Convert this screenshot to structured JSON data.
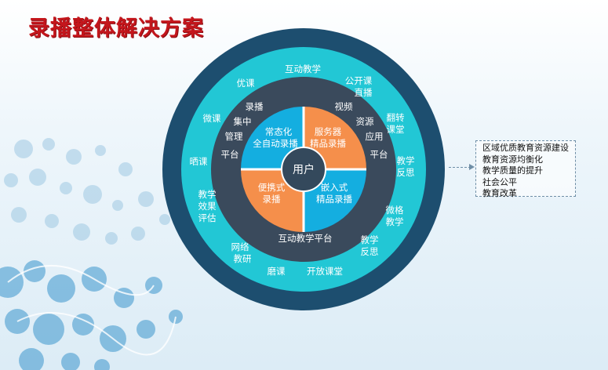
{
  "title": "录播整体解决方案",
  "center": "用户",
  "quadrants": [
    {
      "line1": "常态化",
      "line2": "全自动录播"
    },
    {
      "line1": "服务器",
      "line2": "精品录播"
    },
    {
      "line1": "便携式",
      "line2": "录播"
    },
    {
      "line1": "嵌入式",
      "line2": "精品录播"
    }
  ],
  "inner_ring": {
    "luobo": "录播",
    "jizhong": "集中",
    "guanli": "管理",
    "pingtai_left": "平台",
    "shipin": "视频",
    "ziyuan": "资源",
    "yingyong": "应用",
    "pingtai_right": "平台",
    "bottom": "互动教学平台"
  },
  "outer_ring": {
    "top": "互动教学",
    "youke": "优课",
    "gongkaike1": "公开课",
    "gongkaike2": "直播",
    "weike": "微课",
    "fanzhuan1": "翻转",
    "fanzhuan2": "课堂",
    "shaike": "晒课",
    "fansi_r1": "教学",
    "fansi_r2": "反思",
    "xiaoguo1": "教学",
    "xiaoguo2": "效果",
    "xiaoguo3": "评估",
    "weige1": "微格",
    "weige2": "教学",
    "wangluo1": "网络",
    "wangluo2": "教研",
    "fansi_b1": "教学",
    "fansi_b2": "反思",
    "moke": "磨课",
    "kaifang": "开放课堂"
  },
  "callout": [
    "区域优质教育资源建设",
    "教育资源均衡化",
    "教学质量的提升",
    "社会公平",
    "教育改革"
  ],
  "colors": {
    "outer_ring": "#1d4e6f",
    "cyan_ring": "#22c7d5",
    "mid_ring": "#3a4a5c",
    "quad_blue": "#14aee0",
    "quad_orange": "#f58f4b",
    "center": "#34495c",
    "title": "#c4161c"
  }
}
